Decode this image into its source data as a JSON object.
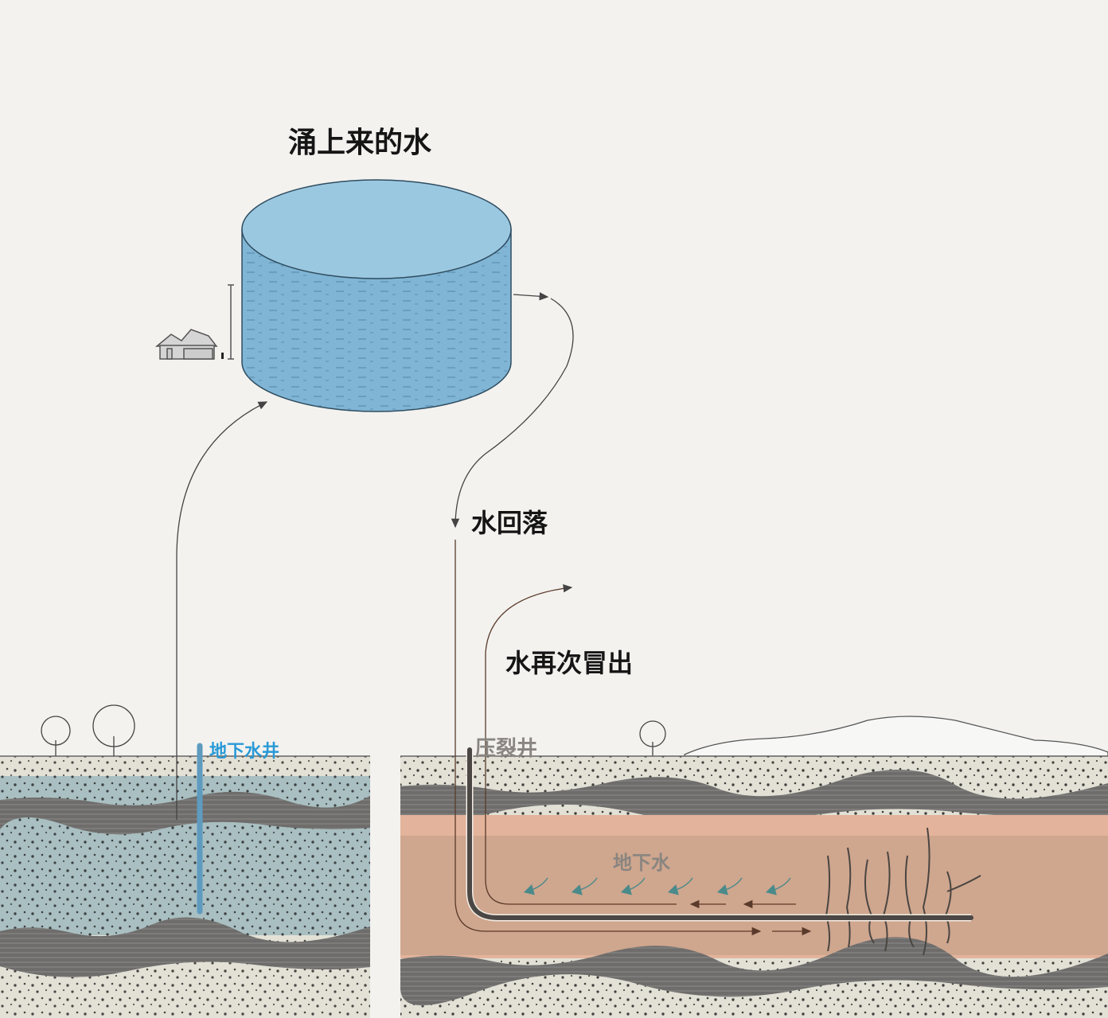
{
  "labels": {
    "surging_water": "涌上来的水",
    "water_falls": "水回落",
    "water_resurfaces": "水再次冒出",
    "groundwater_well": "地下水井",
    "frac_well": "压裂井",
    "groundwater": "地下水"
  },
  "colors": {
    "background": "#f3f2ef",
    "water_cylinder": "#80b5d5",
    "well_blue": "#5e9bbf",
    "label_blue": "#2a9ad6",
    "label_gray": "#8a8580",
    "peach_layer": "#e3b39b",
    "tan_layer": "#cfa68e",
    "rock_band": "#6e6d6b"
  }
}
